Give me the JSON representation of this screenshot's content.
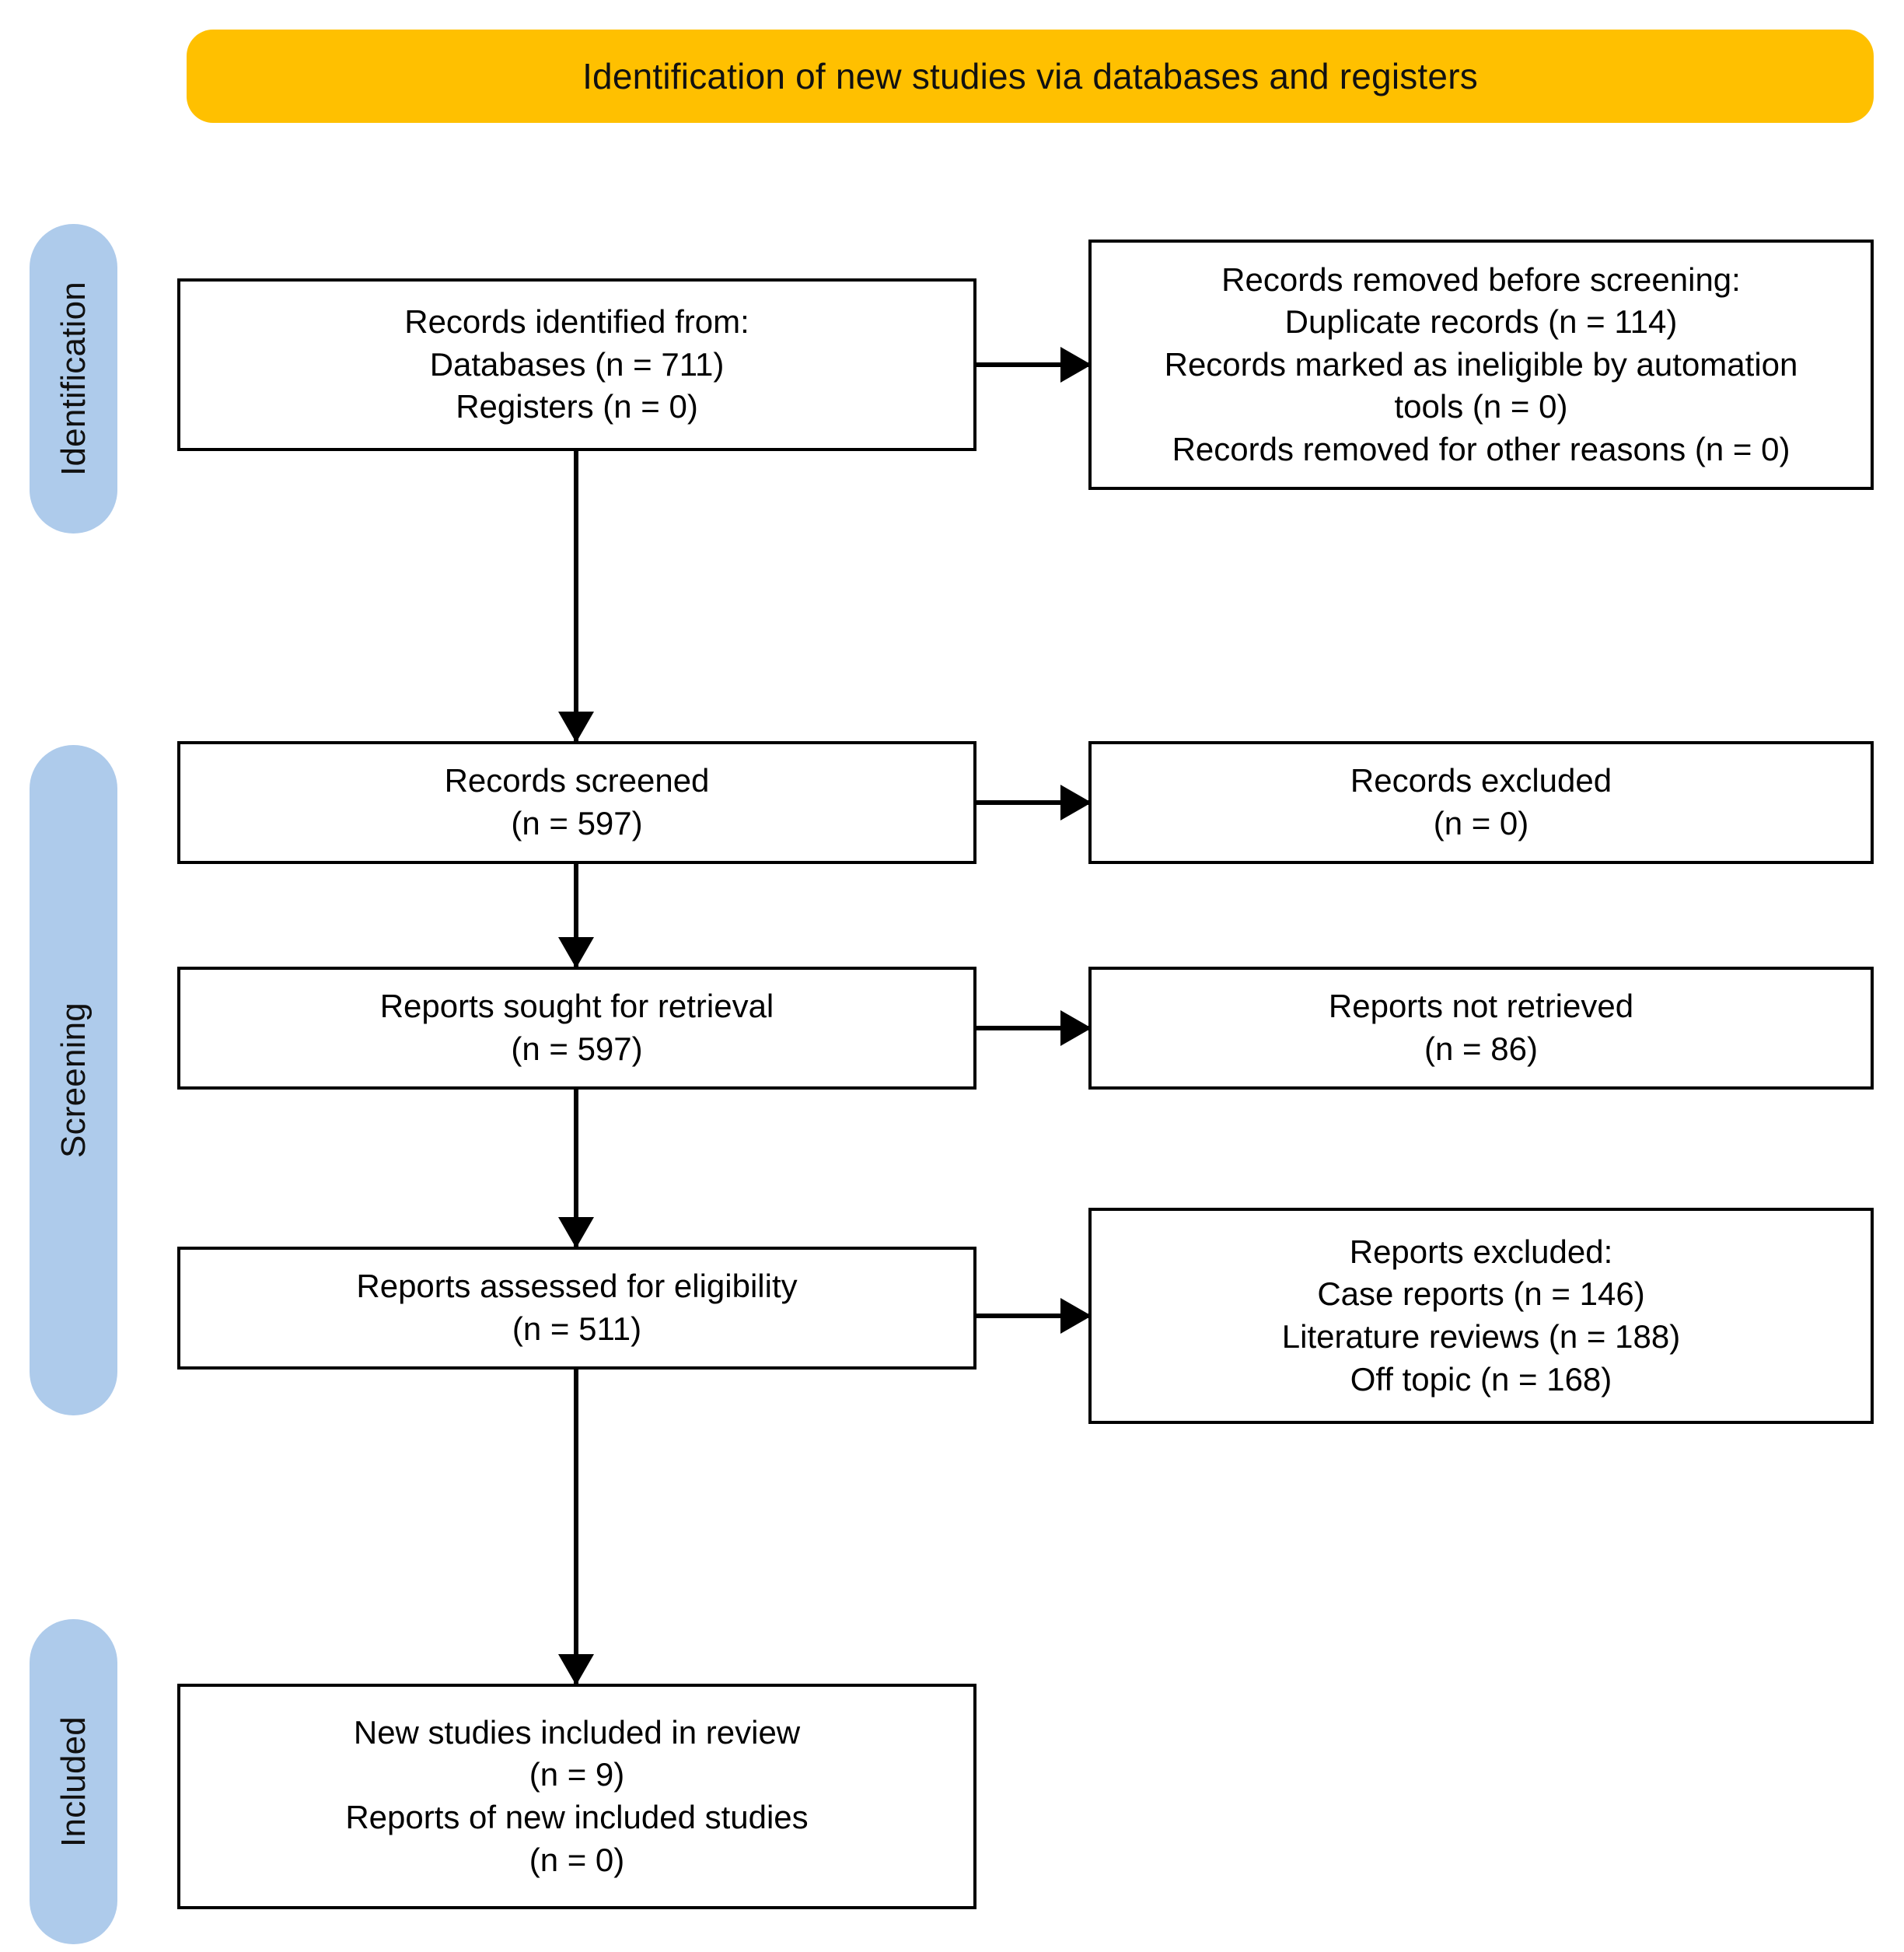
{
  "banner": {
    "title": "Identification of new studies via databases and registers",
    "color": "#FFC000"
  },
  "phases": {
    "color": "#AECBEB",
    "identification": "Identification",
    "screening": "Screening",
    "included": "Included"
  },
  "boxes": {
    "identified": {
      "name": "Records identified from",
      "lines": [
        "Records identified from:",
        "Databases (n = 711)",
        "Registers (n = 0)"
      ]
    },
    "removed_before_screening": {
      "name": "Records removed before screening",
      "lines": [
        "Records removed before screening:",
        "Duplicate records (n = 114)",
        "Records marked as ineligible by automation",
        "tools (n = 0)",
        "Records removed for other reasons (n = 0)"
      ]
    },
    "screened": {
      "name": "Records screened",
      "lines": [
        "Records screened",
        "(n = 597)"
      ]
    },
    "records_excluded": {
      "name": "Records excluded",
      "lines": [
        "Records excluded",
        "(n = 0)"
      ]
    },
    "sought_for_retrieval": {
      "name": "Reports sought for retrieval",
      "lines": [
        "Reports sought for retrieval",
        "(n = 597)"
      ]
    },
    "not_retrieved": {
      "name": "Reports not retrieved",
      "lines": [
        "Reports not retrieved",
        "(n = 86)"
      ]
    },
    "assessed_for_eligibility": {
      "name": "Reports assessed for eligibility",
      "lines": [
        "Reports assessed for eligibility",
        "(n = 511)"
      ]
    },
    "reports_excluded": {
      "name": "Reports excluded",
      "lines": [
        "Reports excluded:",
        "Case reports (n = 146)",
        "Literature reviews (n = 188)",
        "Off topic (n = 168)"
      ]
    },
    "included": {
      "name": "New studies included in review",
      "lines": [
        "New studies included in review",
        "(n = 9)",
        "Reports of new included studies",
        "(n = 0)"
      ]
    }
  },
  "counts": {
    "databases": 711,
    "registers": 0,
    "duplicate_records": 114,
    "ineligible_by_automation_tools": 0,
    "removed_other_reasons": 0,
    "records_screened": 597,
    "records_excluded": 0,
    "reports_sought": 597,
    "reports_not_retrieved": 86,
    "reports_assessed": 511,
    "case_reports": 146,
    "literature_reviews": 188,
    "off_topic": 168,
    "new_studies_included": 9,
    "reports_of_new_included_studies": 0
  }
}
